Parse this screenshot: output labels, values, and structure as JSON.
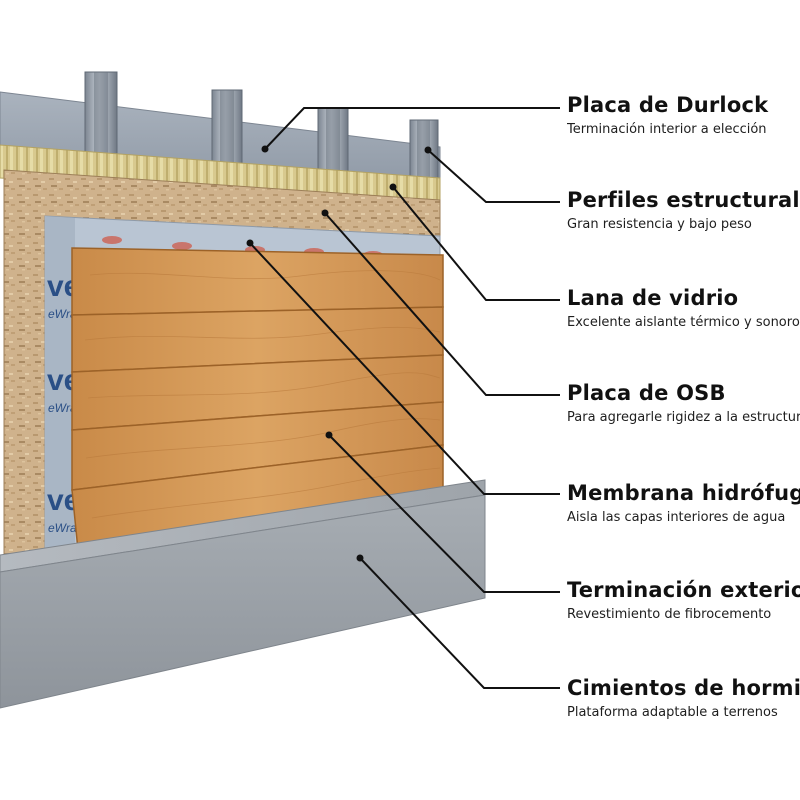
{
  "layers": [
    {
      "title": "Placa de Durlock",
      "desc": "Terminación interior a elección"
    },
    {
      "title": "Perfiles estructurales",
      "desc": "Gran resistencia y bajo peso"
    },
    {
      "title": "Lana de vidrio",
      "desc": "Excelente aislante térmico y sonoro"
    },
    {
      "title": "Placa de OSB",
      "desc": "Para agregarle rigidez a la estructura"
    },
    {
      "title": "Membrana hidrófuga",
      "desc": "Aisla las capas interiores de agua"
    },
    {
      "title": "Terminación exterior",
      "desc": "Revestimiento de fibrocemento"
    },
    {
      "title": "Cimientos de hormigón",
      "desc": "Plataforma adaptable a terrenos"
    }
  ],
  "membrane_print": {
    "brand": "vel",
    "subbrand": "eWrap"
  },
  "colors": {
    "durlock": "#9aa4b1",
    "steel": "#8f98a4",
    "wool": "#d9c98a",
    "osb": "#cdb08a",
    "membrane": "#b8c4d2",
    "wood": "#d79a55",
    "concrete": "#9aa0a6",
    "leader": "#111111"
  }
}
